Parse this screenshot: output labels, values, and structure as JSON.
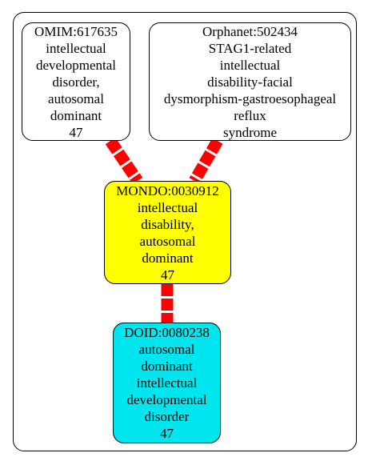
{
  "diagram": {
    "nodes": [
      {
        "id": "omim",
        "lines": [
          "OMIM:617635",
          "intellectual",
          "developmental",
          "disorder,",
          "autosomal",
          "dominant",
          "47"
        ],
        "fill": "#ffffff"
      },
      {
        "id": "orphanet",
        "lines": [
          "Orphanet:502434",
          "STAG1-related",
          "intellectual",
          "disability-facial",
          "dysmorphism-gastroesophageal",
          "reflux",
          "syndrome"
        ],
        "fill": "#ffffff"
      },
      {
        "id": "mondo",
        "lines": [
          "MONDO:0030912",
          "intellectual",
          "disability,",
          "autosomal",
          "dominant",
          "47"
        ],
        "fill": "#ffff00"
      },
      {
        "id": "doid",
        "lines": [
          "DOID:0080238",
          "autosomal",
          "dominant",
          "intellectual",
          "developmental",
          "disorder",
          "47"
        ],
        "fill": "#00e5ee"
      }
    ],
    "edges": [
      {
        "from": "omim",
        "to": "mondo",
        "color": "#ff0000",
        "style": "dashed"
      },
      {
        "from": "orphanet",
        "to": "mondo",
        "color": "#ff0000",
        "style": "dashed"
      },
      {
        "from": "mondo",
        "to": "doid",
        "color": "#ff0000",
        "style": "dashed"
      }
    ]
  }
}
